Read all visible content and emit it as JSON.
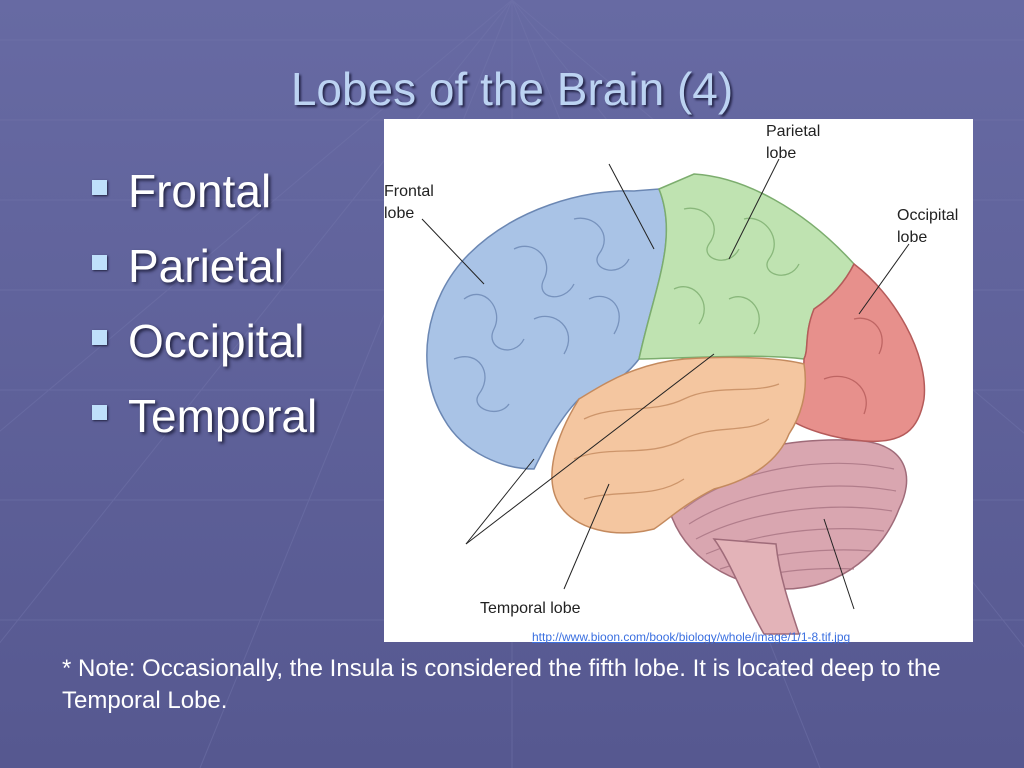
{
  "slide": {
    "title": "Lobes of the Brain (4)",
    "bullets": [
      {
        "label": "Frontal"
      },
      {
        "label": "Parietal"
      },
      {
        "label": "Occipital"
      },
      {
        "label": "Temporal"
      }
    ],
    "figure": {
      "labels": {
        "frontal_line1": "Frontal",
        "frontal_line2": "lobe",
        "parietal_line1": "Parietal",
        "parietal_line2": "lobe",
        "occipital_line1": "Occipital",
        "occipital_line2": "lobe",
        "temporal": "Temporal lobe"
      },
      "colors": {
        "frontal": "#a9c3e6",
        "parietal": "#bfe3b1",
        "occipital": "#e7908c",
        "temporal": "#f4c6a0",
        "cerebellum": "#d9a6b0"
      }
    },
    "source_link": "http://www.bioon.com/book/biology/whole/image/1/1-8.tif.jpg",
    "note": "*  Note:  Occasionally, the Insula is considered the fifth lobe.  It is located deep to the Temporal Lobe."
  },
  "theme": {
    "background": "#5d5f95",
    "title_color": "#bcd3f2",
    "bullet_color": "#bfe0fb"
  }
}
